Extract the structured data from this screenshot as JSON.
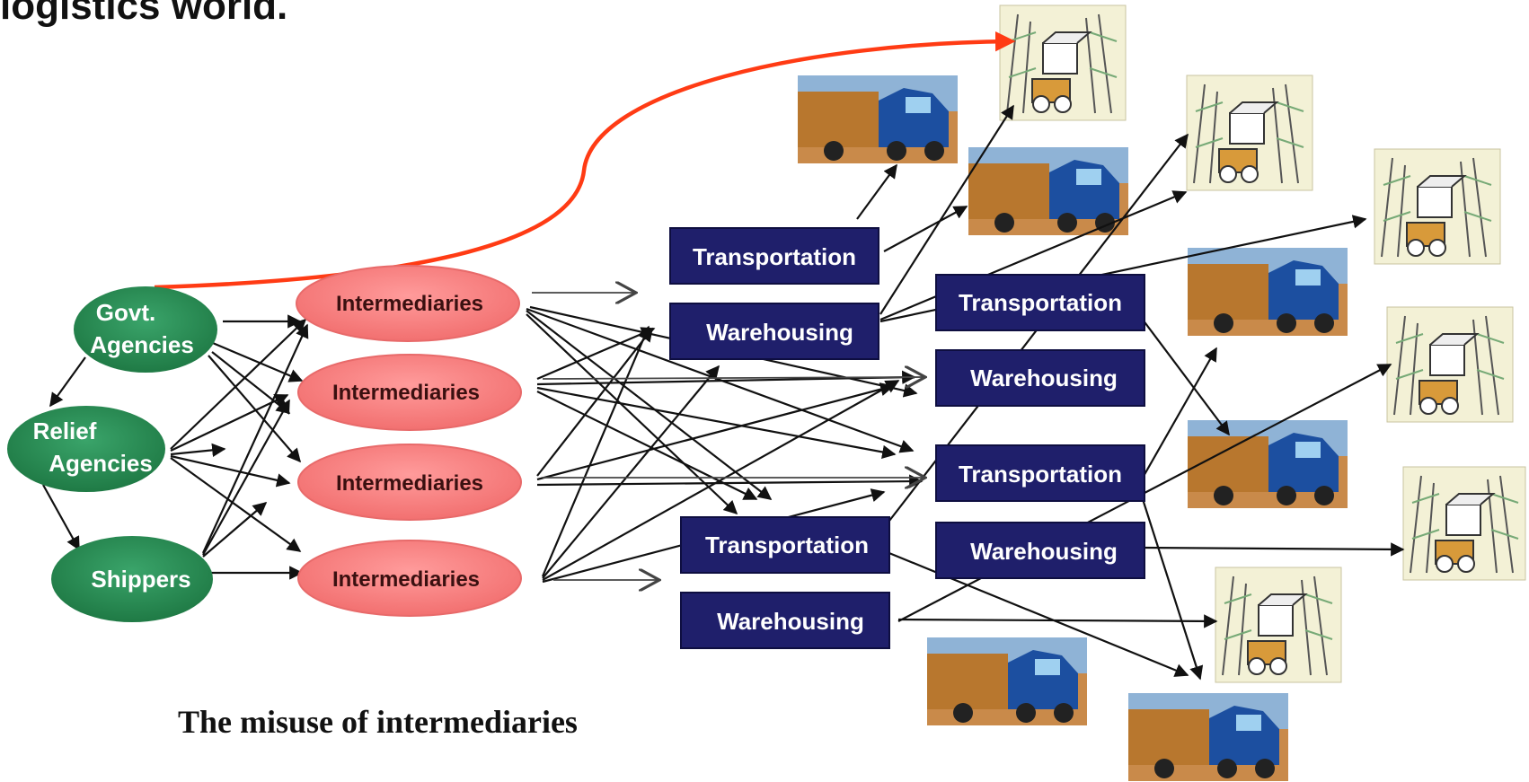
{
  "heading": "logistics world.",
  "caption": "The misuse of intermediaries",
  "actors": {
    "govt": {
      "line1": "Govt.",
      "line2": "Agencies"
    },
    "relief": {
      "line1": "Relief",
      "line2": "Agencies"
    },
    "shippers": {
      "label": "Shippers"
    }
  },
  "intermediaries": [
    "Intermediaries",
    "Intermediaries",
    "Intermediaries",
    "Intermediaries"
  ],
  "service_boxes": {
    "transport_1": "Transportation",
    "warehouse_1": "Warehousing",
    "transport_2": "Transportation",
    "warehouse_2": "Warehousing",
    "transport_3": "Transportation",
    "warehouse_3": "Warehousing",
    "transport_4": "Transportation",
    "warehouse_4": "Warehousing"
  },
  "icons": {
    "truck": "truck-image",
    "warehouse": "warehouse-forklift-image"
  },
  "colors": {
    "actor_fill": "#2e8b57",
    "intermediary_fill": "#f88a8a",
    "box_fill": "#1f1f6b",
    "highlight_arrow": "#ff3b14"
  }
}
